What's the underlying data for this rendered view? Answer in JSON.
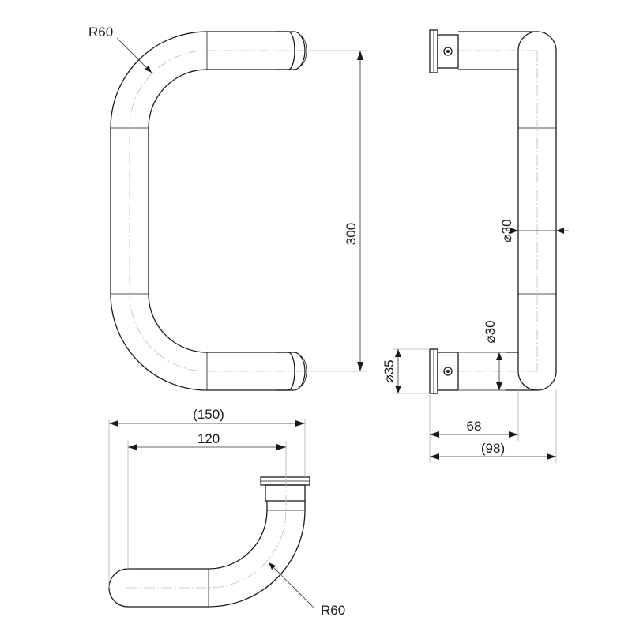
{
  "labels": {
    "radius_top": "R60",
    "radius_bottom": "R60",
    "height": "300",
    "tube_diameter_side": "⌀30",
    "post_diameter": "⌀30",
    "flange_diameter": "⌀35",
    "depth": "68",
    "depth_overall": "(98)",
    "width_overall": "(150)",
    "width": "120"
  },
  "colors": {
    "line": "#1a1a1a",
    "extension": "#b0b0b0",
    "centerline": "#bdbdbd"
  }
}
